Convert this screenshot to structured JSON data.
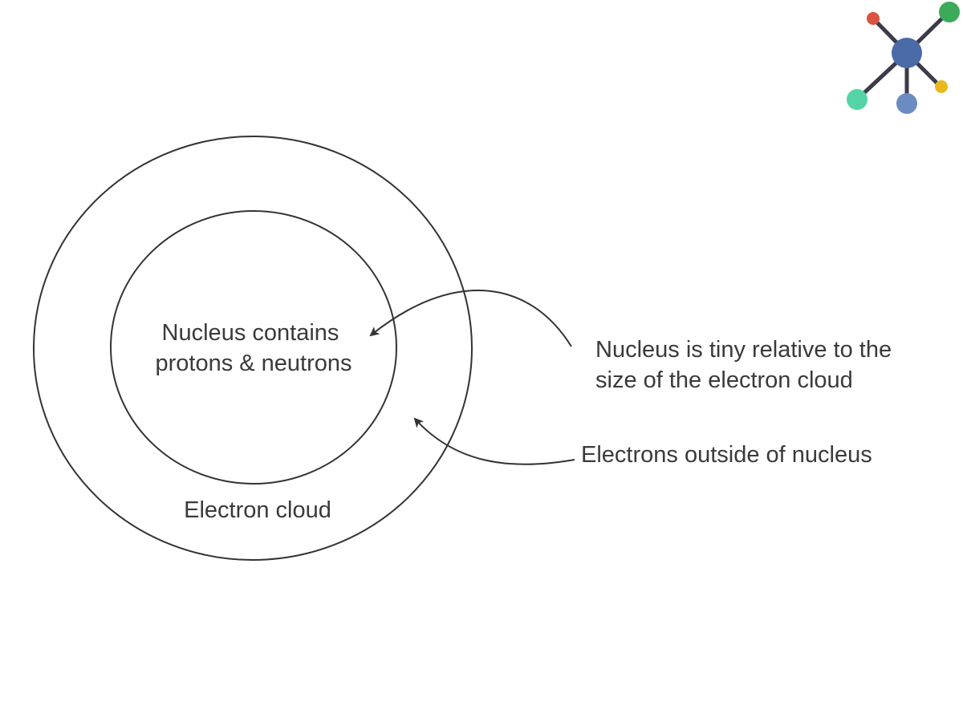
{
  "diagram": {
    "nucleus_label": {
      "line1": "Nucleus contains",
      "line2": "protons & neutrons"
    },
    "cloud_label": "Electron cloud",
    "annotation_size": {
      "line1": "Nucleus is tiny relative to the",
      "line2": "size of the electron cloud"
    },
    "annotation_electrons": "Electrons outside of nucleus"
  },
  "colors": {
    "text": "#3a3a3a",
    "stroke": "#333333",
    "logo_center": "#4a6aa8",
    "logo_top_left": "#d9553e",
    "logo_top_right": "#3daa5a",
    "logo_bottom_left": "#55d4a5",
    "logo_bottom_center": "#6b8cc2",
    "logo_bottom_right": "#e8b81e",
    "logo_spokes": "#3b3b4a"
  },
  "logo": {
    "icon": "molecule-network-logo"
  }
}
